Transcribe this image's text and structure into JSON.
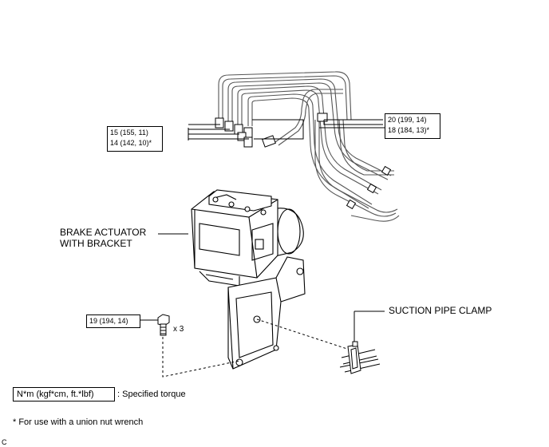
{
  "callouts": {
    "torque_left_1": "15 (155, 11)",
    "torque_left_2": "14 (142, 10)*",
    "torque_right_1": "20 (199, 14)",
    "torque_right_2": "18 (184, 13)*",
    "torque_bolt": "19 (194, 14)",
    "bolt_qty": "x 3"
  },
  "labels": {
    "actuator_line1": "BRAKE ACTUATOR",
    "actuator_line2": "WITH BRACKET",
    "suction_clamp": "SUCTION PIPE CLAMP"
  },
  "legend": {
    "unit_box": "N*m (kgf*cm, ft.*lbf)",
    "unit_desc": ": Specified torque",
    "footnote": "* For use with a union nut wrench",
    "figure_code": "C"
  },
  "colors": {
    "line": "#000000",
    "pipe": "#555555",
    "background": "#ffffff"
  }
}
